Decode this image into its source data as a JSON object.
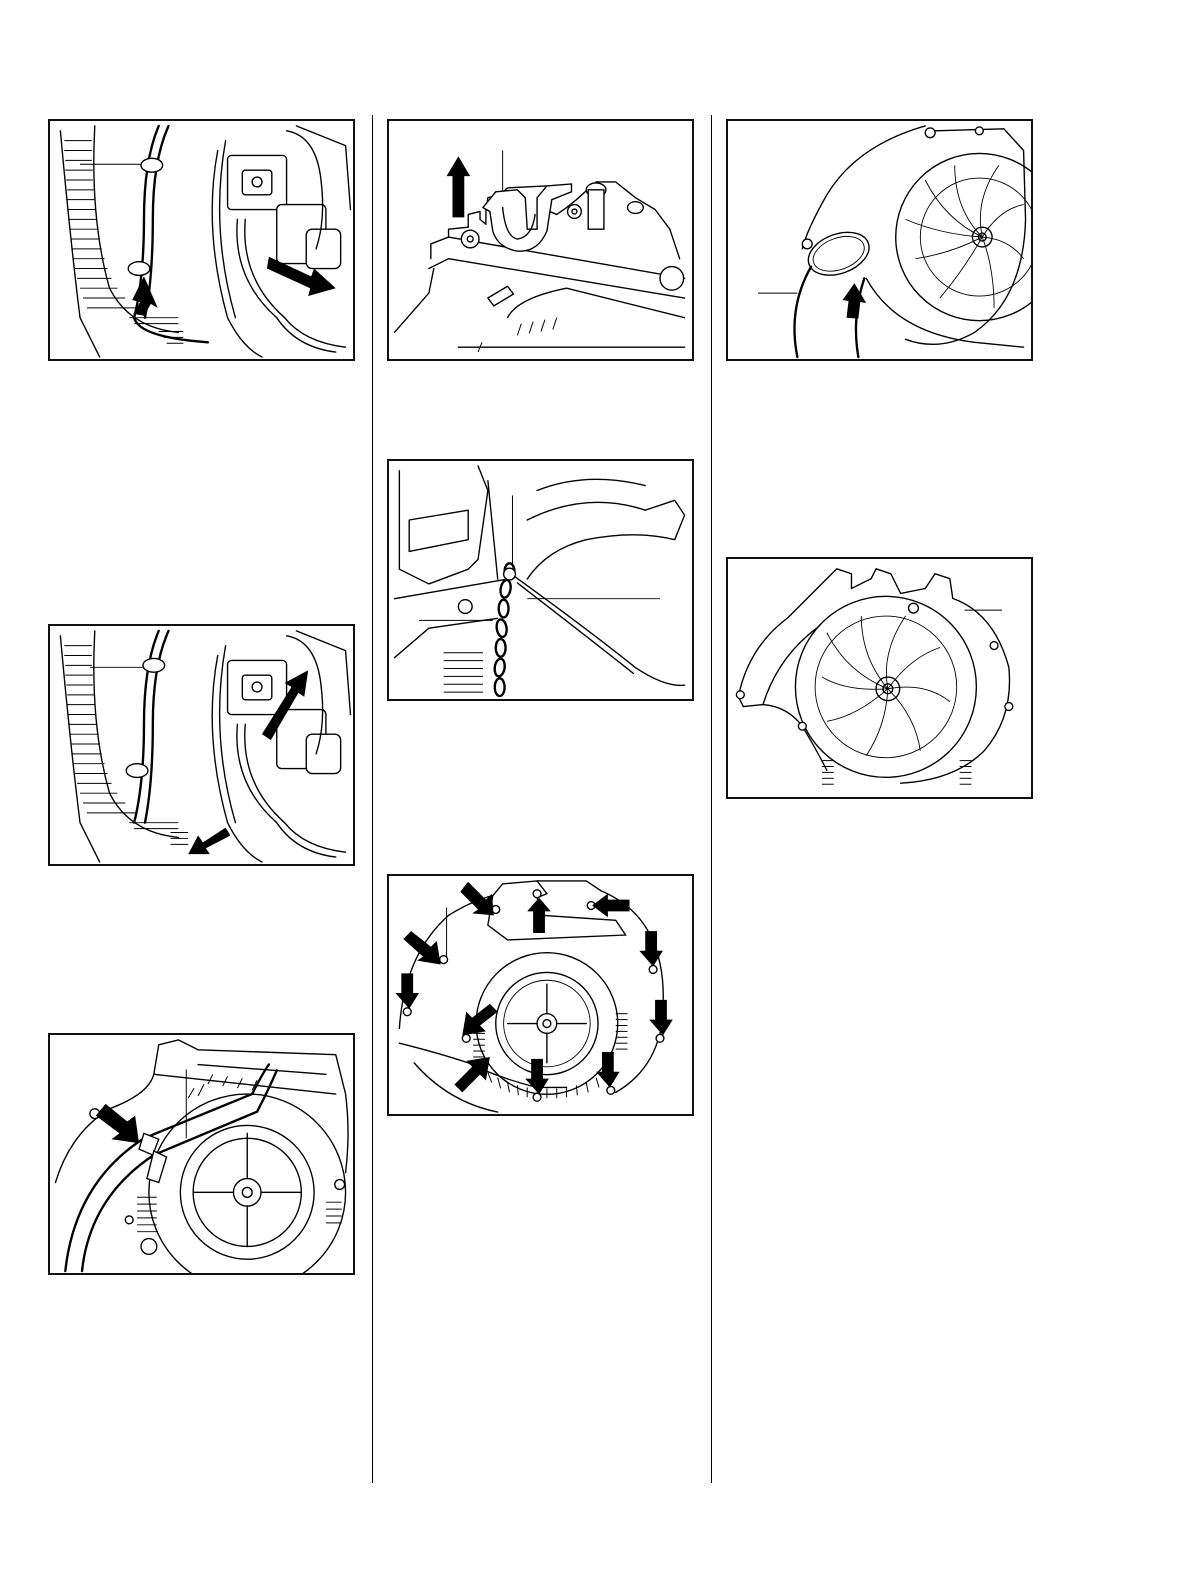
{
  "page": {
    "background": "#ffffff",
    "line_color": "#000000"
  },
  "figures": [
    {
      "id": "carburetor-removal-arrows",
      "icons": [
        "right-arrow-icon",
        "up-left-arrow-icon"
      ]
    },
    {
      "id": "carburetor-lift-arrows",
      "icons": [
        "up-right-arrow-icon",
        "down-left-arrow-icon"
      ]
    },
    {
      "id": "hose-fan-housing",
      "icons": [
        "down-right-arrow-icon"
      ]
    },
    {
      "id": "grommet-lift",
      "icons": [
        "up-arrow-icon"
      ]
    },
    {
      "id": "chain-attachment",
      "icons": []
    },
    {
      "id": "fan-housing-screws",
      "icons": [
        "down-arrow-icon",
        "up-arrow-icon",
        "left-arrow-icon",
        "down-right-arrow-icon"
      ]
    },
    {
      "id": "tube-grommet",
      "icons": [
        "up-arrow-icon"
      ]
    },
    {
      "id": "fan-housing-complete",
      "icons": []
    }
  ]
}
